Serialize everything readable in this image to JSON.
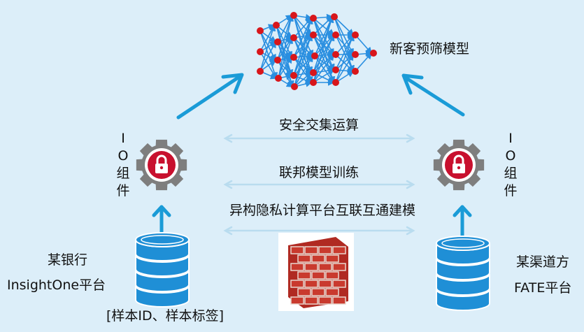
{
  "model_label": "新客预筛模型",
  "center_labels": {
    "secure_compute": "安全交集运算",
    "federated_training": "联邦模型训练",
    "interop": "异构隐私计算平台互联互通建模"
  },
  "left": {
    "io_chars": [
      "I",
      "O",
      "组",
      "件"
    ],
    "org": "某银行",
    "platform": "InsightOne平台",
    "data_note": "[样本ID、样本标签]"
  },
  "right": {
    "io_chars": [
      "I",
      "O",
      "组",
      "件"
    ],
    "org": "某渠道方",
    "platform": "FATE平台"
  },
  "colors": {
    "background": "#dceef9",
    "arrow_blue": "#1a9bd7",
    "node_red": "#d8161b",
    "edge_blue": "#2a8fe0",
    "gear_gray": "#7e7e7e",
    "lock_red": "#c8102e",
    "db_blue": "#1f8fd6",
    "sync_arrow": "#b9dcef"
  }
}
